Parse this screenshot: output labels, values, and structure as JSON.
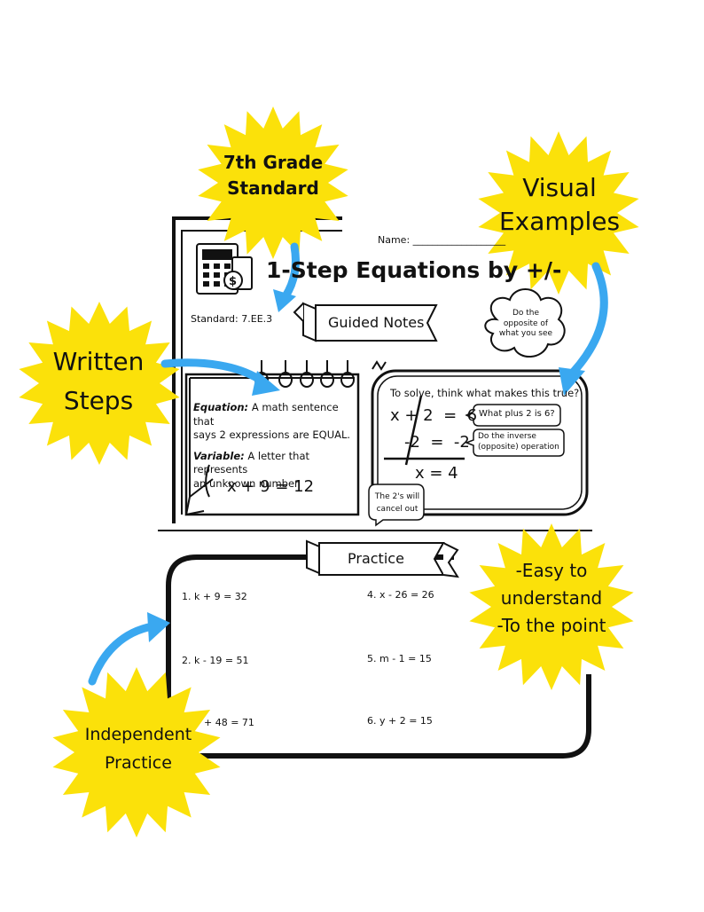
{
  "worksheet": {
    "name_label": "Name: ___________________",
    "title": "1-Step Equations by +/-",
    "standard": "Standard: 7.EE.3",
    "guided_notes_banner": "Guided Notes",
    "cloud_note": "Do the opposite of what you see",
    "notes": {
      "equation_term": "Equation:",
      "equation_def_1": " A math sentence that",
      "equation_def_2": "says 2 expressions are EQUAL.",
      "variable_term": "Variable:",
      "variable_def_1": " A letter that represents",
      "variable_def_2": "an unknown number",
      "example_equation": "x + 9 = 12"
    },
    "example": {
      "prompt": "To solve, think what makes this true?",
      "line1": "x + 2  =  6",
      "line2": "-2  =  -2",
      "line3": "x = 4",
      "bubble1": "What plus 2 is 6?",
      "bubble2_1": "Do the inverse",
      "bubble2_2": "(opposite) operation",
      "bubble3_1": "The 2's will",
      "bubble3_2": "cancel out"
    },
    "practice_banner": "Practice",
    "problems": [
      "1. k + 9 = 32",
      "2. k - 19 = 51",
      "+ 48 = 71",
      "4. x - 26 = 26",
      "5. m - 1 = 15",
      "6. y + 2 = 15"
    ]
  },
  "callouts": {
    "grade": {
      "line1": "7th Grade",
      "line2": "Standard"
    },
    "visual": {
      "line1": "Visual",
      "line2": "Examples"
    },
    "written": {
      "line1": "Written",
      "line2": "Steps"
    },
    "easy": {
      "line1": "-Easy to",
      "line2": "understand",
      "line3": "-To the point"
    },
    "independent": {
      "line1": "Independent",
      "line2": "Practice"
    }
  },
  "colors": {
    "burst": "#fbe10a",
    "arrow": "#3aa8f0",
    "ink": "#111111"
  }
}
